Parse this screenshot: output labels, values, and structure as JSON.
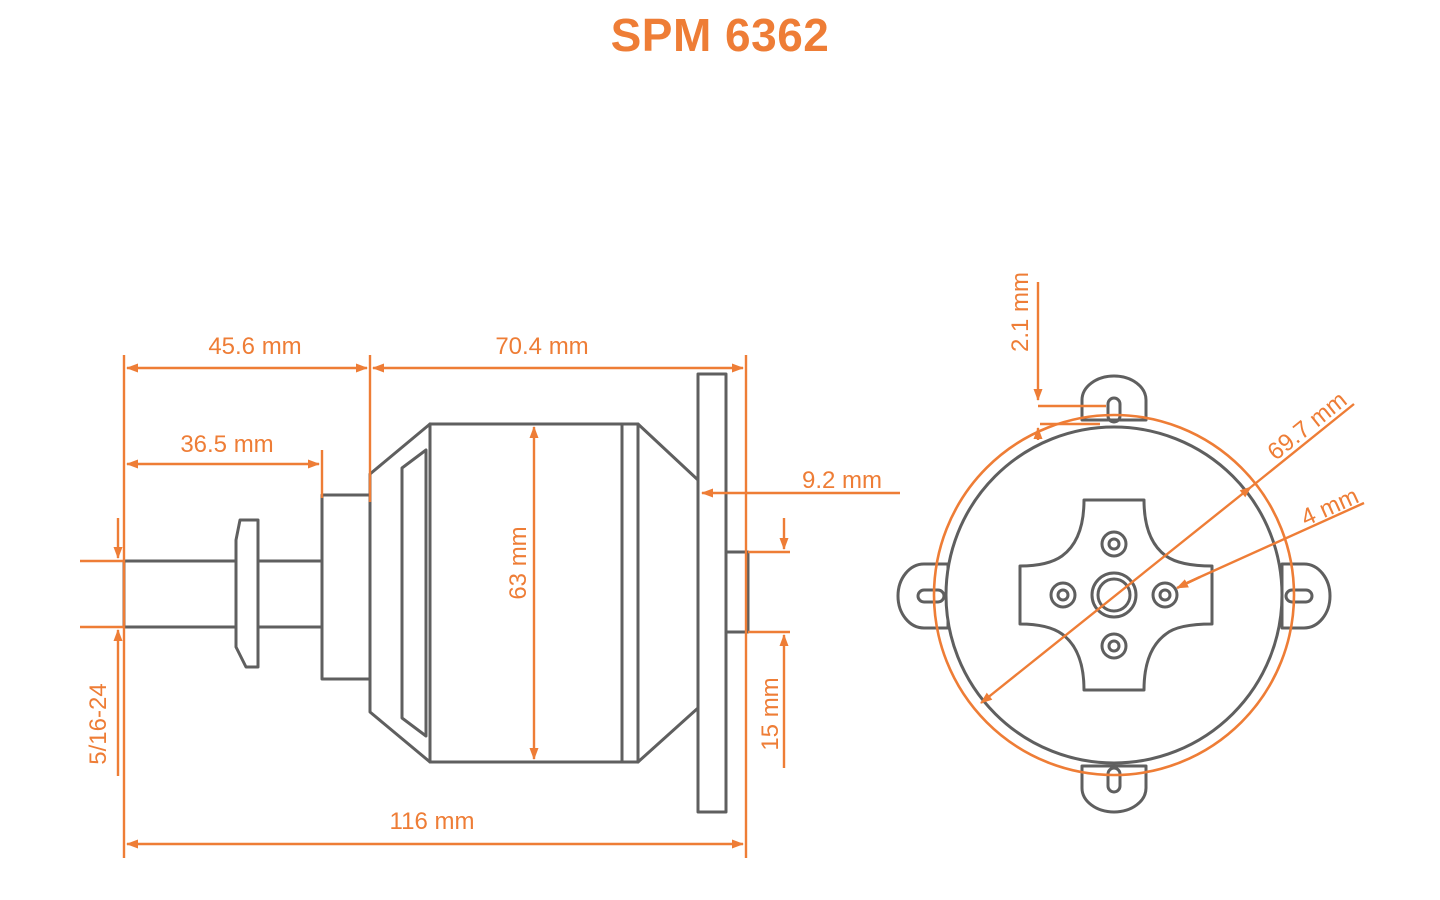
{
  "title": "SPM 6362",
  "colors": {
    "accent": "#ee7d36",
    "outline": "#5f5f5f",
    "background": "#ffffff"
  },
  "side_view": {
    "dims": {
      "shaft_to_motor": "45.6 mm",
      "motor_length": "70.4 mm",
      "shaft_length": "36.5 mm",
      "mount_depth": "9.2 mm",
      "diameter": "63 mm",
      "thread": "5/16-24",
      "rear_shaft": "15 mm",
      "total_length": "116 mm"
    }
  },
  "front_view": {
    "dims": {
      "tab_offset": "2.1 mm",
      "mount_circle": "69.7 mm",
      "hole_size": "4 mm"
    }
  }
}
